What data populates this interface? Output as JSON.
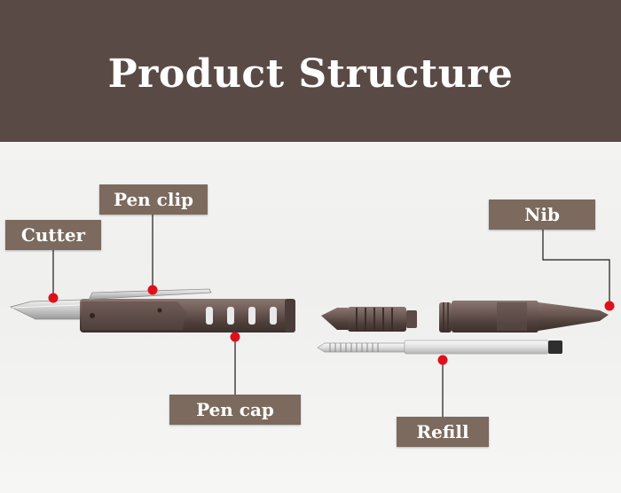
{
  "header": {
    "title": "Product Structure"
  },
  "colors": {
    "banner": "#5a4a45",
    "label_bg": "#7b6a5d",
    "marker": "#e0101a",
    "leader": "#1a1a1a"
  },
  "labels": {
    "cutter": "Cutter",
    "pen_clip": "Pen clip",
    "nib": "Nib",
    "pen_cap": "Pen cap",
    "refill": "Refill"
  }
}
